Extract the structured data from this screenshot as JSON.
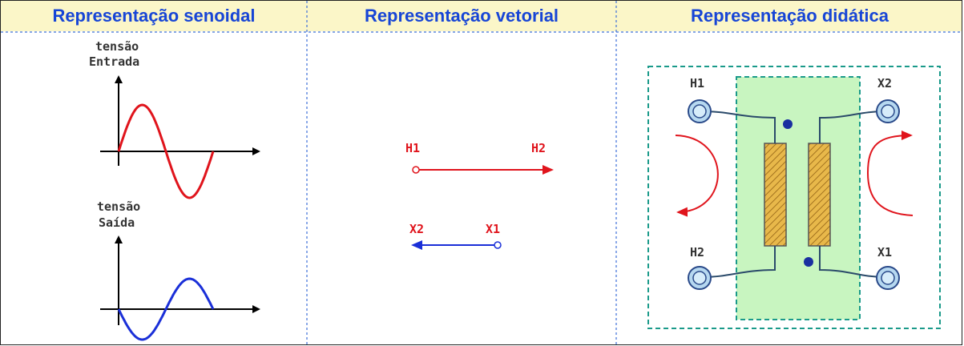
{
  "headers": {
    "senoidal": "Representação senoidal",
    "vetorial": "Representação vetorial",
    "didatica": "Representação didática"
  },
  "senoidal": {
    "input_label_line1": "tensão",
    "input_label_line2": "Entrada",
    "output_label_line1": "tensão",
    "output_label_line2": "Saída"
  },
  "vetorial": {
    "h1": "H1",
    "h2": "H2",
    "x2": "X2",
    "x1": "X1"
  },
  "didatica": {
    "h1": "H1",
    "x2": "X2",
    "h2": "H2",
    "x1": "X1"
  },
  "colors": {
    "header_bg": "#fbf6c8",
    "header_text": "#1745d6",
    "input_wave": "#e0141c",
    "output_wave": "#1a2fd8",
    "core_fill": "#c8f5c0",
    "winding_fill": "#e8b84a",
    "dashed_border": "#1a9a8a"
  }
}
